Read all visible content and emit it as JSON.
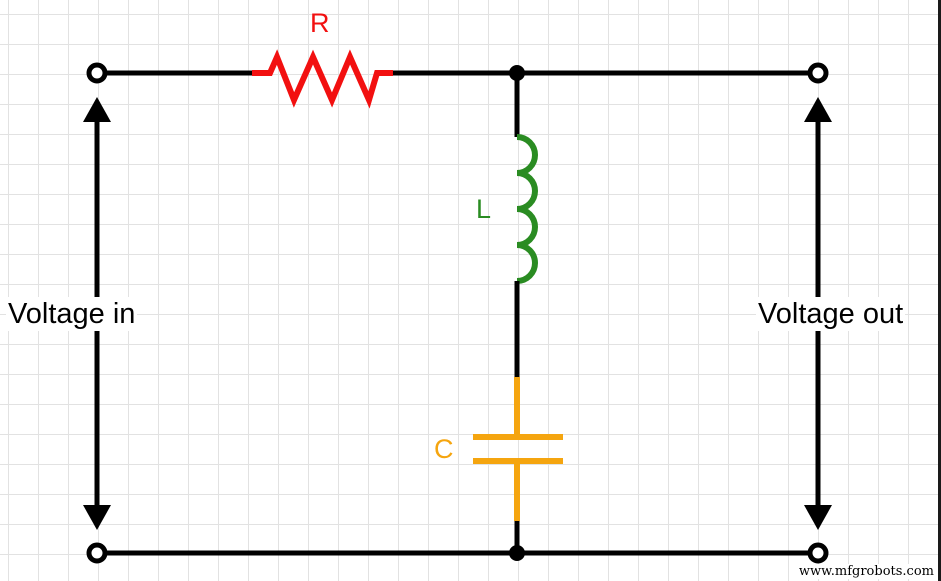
{
  "diagram": {
    "type": "series RLC band-pass/notch circuit",
    "components": {
      "resistor": {
        "label": "R",
        "color": "#f21010"
      },
      "inductor": {
        "label": "L",
        "color": "#2a8c22"
      },
      "capacitor": {
        "label": "C",
        "color": "#f5a50f"
      }
    },
    "labels": {
      "voltage_in": "Voltage in",
      "voltage_out": "Voltage out"
    },
    "wire_color": "#000000",
    "grid_color": "#e2e2e2"
  },
  "watermark": "www.mfgrobots.com"
}
